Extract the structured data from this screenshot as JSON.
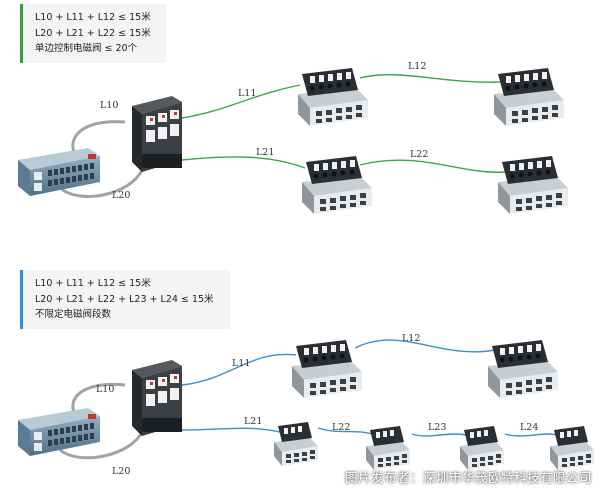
{
  "top_note": {
    "lines": [
      "L10 + L11 + L12 ≤ 15米",
      "L20 + L21 + L22 ≤ 15米",
      "单边控制电磁阀 ≤ 20个"
    ],
    "accent": "#3a9a4a"
  },
  "bottom_note": {
    "lines": [
      "L10 + L11 + L12 ≤ 15米",
      "L20 + L21 + L22 + L23 + L24 ≤ 15米",
      "不限定电磁阀段数"
    ],
    "accent": "#2f8fd6"
  },
  "top_labels": {
    "l10": "L10",
    "l11": "L11",
    "l12": "L12",
    "l20": "L20",
    "l21": "L21",
    "l22": "L22"
  },
  "bottom_labels": {
    "l10": "L10",
    "l11": "L11",
    "l12": "L12",
    "l20": "L20",
    "l21": "L21",
    "l22": "L22",
    "l23": "L23",
    "l24": "L24"
  },
  "watermark": "图片发布者：深圳市华茂欧特科技有限公司",
  "colors": {
    "top_cable": "#3aa84a",
    "bottom_cable": "#3a8fd0",
    "plc_body": "#6b8ea6",
    "loop_cable": "#9aa4aa"
  },
  "icons": {
    "plc": "plc-module-icon",
    "valve": "solenoid-valve-manifold-icon"
  }
}
